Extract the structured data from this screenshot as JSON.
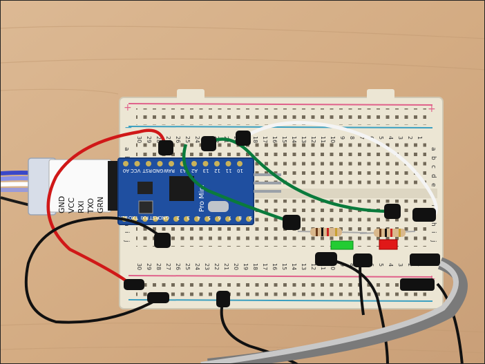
{
  "board": {
    "label": "Pro Mini",
    "top_pins": [
      "A0",
      "VCC",
      "RST",
      "GND",
      "RAW",
      "A3",
      "A2",
      "13",
      "12",
      "11",
      "10"
    ],
    "bottom_pins": [
      "BLK",
      "TXO",
      "RXI",
      "RST",
      "GND",
      "2",
      "3",
      "4",
      "5",
      "6",
      "7",
      "8",
      "9"
    ]
  },
  "adapter": {
    "pins": [
      "GND",
      "VCC",
      "RXI",
      "TXO",
      "GRN"
    ]
  },
  "breadboard": {
    "columns": [
      "30",
      "29",
      "28",
      "27",
      "26",
      "25",
      "24",
      "23",
      "22",
      "21",
      "20",
      "19",
      "18",
      "17",
      "16",
      "15",
      "14",
      "13",
      "12",
      "11",
      "10",
      "9",
      "8",
      "7",
      "6",
      "5",
      "4",
      "3",
      "2",
      "1"
    ],
    "rows_top": [
      "a",
      "b",
      "c",
      "d",
      "e"
    ],
    "rows_bottom": [
      "f",
      "g",
      "h",
      "i",
      "j"
    ],
    "rail_plus": "+",
    "rail_minus": "−"
  },
  "colors": {
    "table": "#d9b58f",
    "breadboard": "#ece6d4",
    "rail_red": "#e0608a",
    "rail_blue": "#3a9fc0",
    "board_pcb": "#1f4fa0",
    "wire_red": "#d01818",
    "wire_green": "#0a7a3c",
    "wire_white": "#f4f4f4",
    "wire_black": "#111111",
    "led_green": "#22cc33",
    "led_red": "#e01818"
  }
}
